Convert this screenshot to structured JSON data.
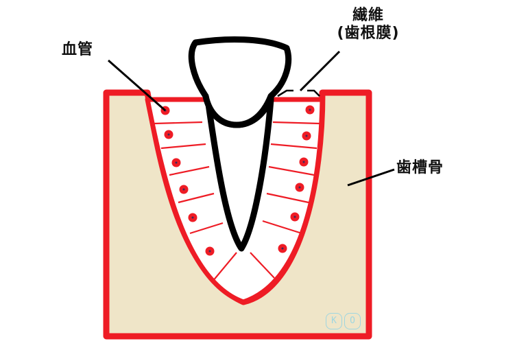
{
  "labels": {
    "blood_vessel": "血管",
    "fiber_line1": "繊維",
    "fiber_line2": "(歯根膜)",
    "alveolar_bone": "歯槽骨"
  },
  "watermark": {
    "letter1": "K",
    "letter2": "O"
  },
  "colors": {
    "bone_fill": "#efe5c8",
    "red": "#ee1c25",
    "outline": "#000000",
    "watermark": "#9fd6e0",
    "vessel_core": "#3b2a5a"
  }
}
